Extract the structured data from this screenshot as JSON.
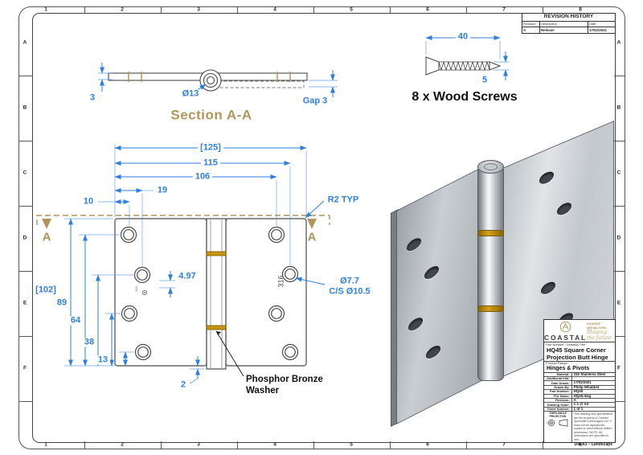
{
  "sheet": {
    "cols": [
      "1",
      "2",
      "3",
      "4",
      "5",
      "6",
      "7",
      "8"
    ],
    "rows": [
      "A",
      "B",
      "C",
      "D",
      "E",
      "F"
    ],
    "format": "Din A3 – Landscape"
  },
  "rev": {
    "title": "REVISION HISTORY",
    "cols": [
      "Revision",
      "Description",
      "Date"
    ],
    "row": [
      "A",
      "Release",
      "17/02/2021"
    ]
  },
  "sec": {
    "title": "Section A-A",
    "t3": "3",
    "d13": "Ø13",
    "gap": "Gap 3"
  },
  "scr": {
    "cap": "8 x Wood Screws",
    "l40": "40",
    "d5": "5"
  },
  "fv": {
    "marker": "A",
    "d125": "[125]",
    "d115": "115",
    "d106": "106",
    "d19": "19",
    "d10": "10",
    "r2": "R2 TYP",
    "d102": "[102]",
    "d89": "89",
    "d64": "64",
    "d38": "38",
    "d13": "13",
    "d2": "2",
    "d497": "4.97",
    "d77": "Ø7.7",
    "dcs": "C/S Ø10.5",
    "stamp": "316",
    "w1": "Phosphor Bronze",
    "w2": "Washer"
  },
  "tb": {
    "brand": "COASTAL",
    "site": "coastal-group.com",
    "tag": "Shaping the future",
    "tlabel": "Part Number / Drawing Title:",
    "t1": "HQ45 Square Corner",
    "t2": "Projection Butt Hinge",
    "rlabel": "Product Range:",
    "range": "Hinges & Pivots",
    "rows": [
      {
        "l": "Material:",
        "v": "316 Stainless Steel"
      },
      {
        "l": "Additional Info:",
        "v": ""
      },
      {
        "l": "Date Drawn:",
        "v": "17/02/2021"
      },
      {
        "l": "Drawn By:",
        "v": "Philip Whabbet"
      },
      {
        "l": "Part Number:",
        "v": "HQ45"
      },
      {
        "l": "File Name:",
        "v": "HQ45.dwg"
      },
      {
        "l": "Revision:",
        "v": "A"
      },
      {
        "l": "Drawing Scale:",
        "v": "1:1 @ A3"
      },
      {
        "l": "Sheet Number:",
        "v": "1 of 1"
      }
    ],
    "proj": "THIRD ANGLE PROJECTION",
    "disc": "This drawing and specification are the property of Coastal Specialist Ironmongery Ltd. It must not be reproduced, copied or used without written permission. NOTE: All dimensions are specified in mm."
  },
  "colors": {
    "dimension_blue": "#2e7fe0",
    "gold": "#b2955a",
    "washer_gold": "#c8930f"
  }
}
